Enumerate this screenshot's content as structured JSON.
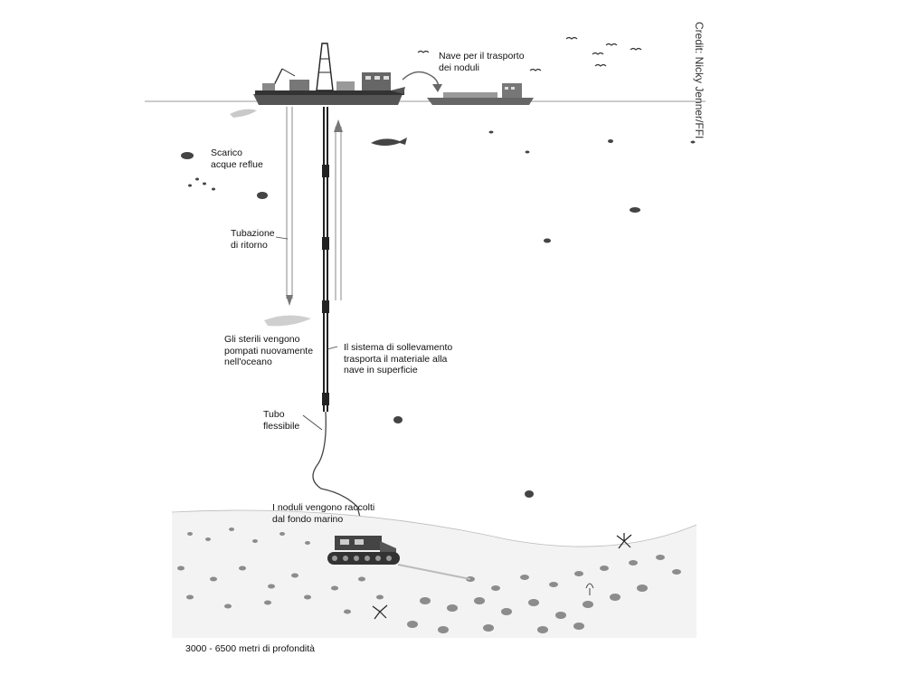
{
  "labels": {
    "transport_ship": "Nave per il trasporto\ndei noduli",
    "waste_water": "Scarico\nacque reflue",
    "return_pipe": "Tubazione\ndi ritorno",
    "tailings": "Gli sterili vengono\npompati nuovamente\nnell'oceano",
    "lift_system": "Il sistema di sollevamento\ntrasporta il materiale alla\nnave in superficie",
    "flexible_hose": "Tubo\nflessibile",
    "collector": "I noduli vengono raccolti\ndal fondo marino",
    "depth": "3000 - 6500 metri di profondità",
    "credit": "Credit: Nicky Jenner/FFI"
  }
}
